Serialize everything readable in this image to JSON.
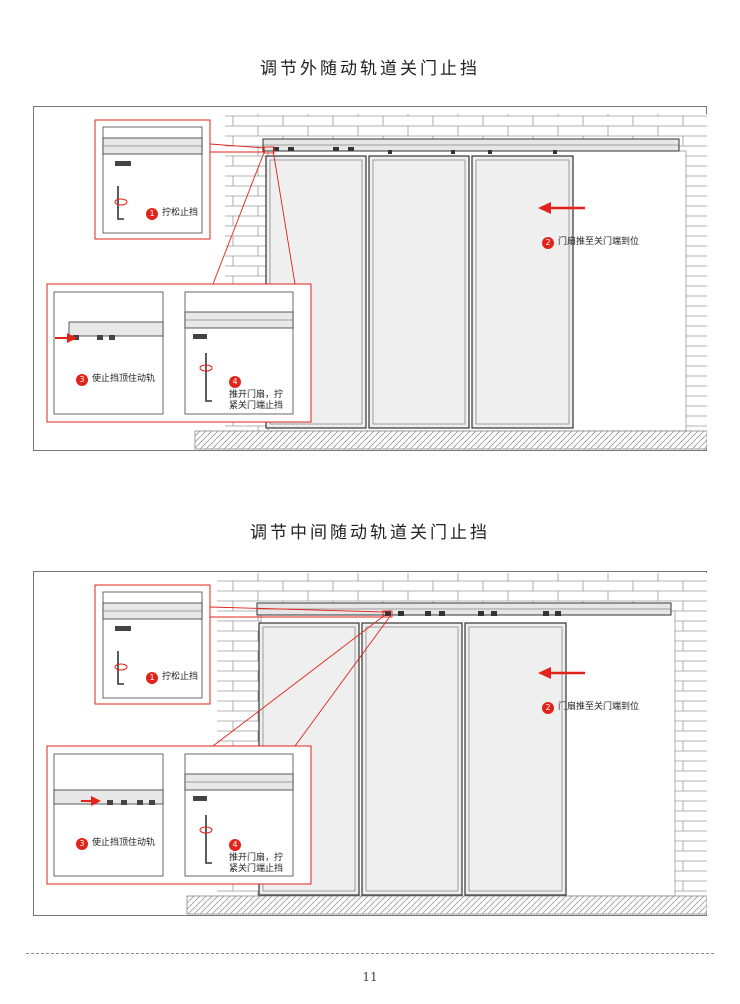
{
  "sections": [
    {
      "title": "调节外随动轨道关门止挡",
      "steps": {
        "s1": {
          "num": "1",
          "text": "拧松止挡"
        },
        "s2": {
          "num": "2",
          "text": "门扇推至关门端到位"
        },
        "s3": {
          "num": "3",
          "text": "使止挡顶住动轨"
        },
        "s4": {
          "num": "4",
          "text": "推开门扇，拧\n紧关门端止挡"
        }
      }
    },
    {
      "title": "调节中间随动轨道关门止挡",
      "steps": {
        "s1": {
          "num": "1",
          "text": "拧松止挡"
        },
        "s2": {
          "num": "2",
          "text": "门扇推至关门端到位"
        },
        "s3": {
          "num": "3",
          "text": "使止挡顶住动轨"
        },
        "s4": {
          "num": "4",
          "text": "推开门扇，拧\n紧关门端止挡"
        }
      }
    }
  ],
  "page_number": "11",
  "colors": {
    "accent": "#e2231a",
    "line": "#333333",
    "wall": "#9a9a9a",
    "panel": "#efefef"
  }
}
